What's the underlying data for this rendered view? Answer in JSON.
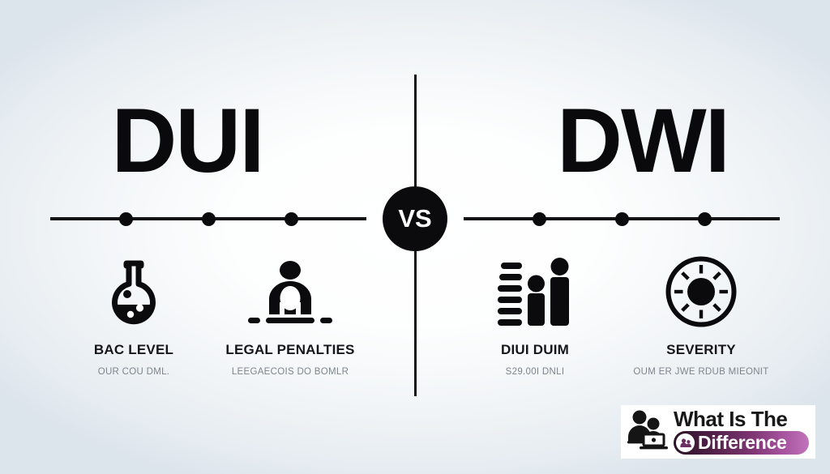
{
  "graphic": {
    "type": "comparison-infographic",
    "background_colors": {
      "edge": "#dbe4ea",
      "center": "#ffffff",
      "ink": "#0b0b0d",
      "muted_text": "#7d858c"
    },
    "left_title": "DUI",
    "right_title": "DWI",
    "center_badge": "VS",
    "divider": "vertical-line",
    "timeline": {
      "left_nodes": 3,
      "right_nodes": 3,
      "node_positions_pct": [
        24,
        50,
        76
      ]
    },
    "items": [
      {
        "side": "left",
        "icon": "flask-icon",
        "label": "BAC LEVEL",
        "sub": "OUR COU DML."
      },
      {
        "side": "left",
        "icon": "judge-person-icon",
        "label": "LEGAL PENALTIES",
        "sub": "LEEGAECOIS DO BOMLR"
      },
      {
        "side": "right",
        "icon": "bar-chart-icon",
        "label": "DIUI DUIM",
        "sub": "S29.00I DNLI"
      },
      {
        "side": "right",
        "icon": "sun-severity-icon",
        "label": "SEVERITY",
        "sub": "OUM ER JWE RDUB MIEONIT"
      }
    ]
  },
  "watermark": {
    "icon": "two-people-laptop-icon",
    "line1": "What Is The",
    "line2": "Difference",
    "pill_badge_icon": "people-badge-icon",
    "pill_gradient_from": "#2a1226",
    "pill_gradient_to": "#c173bb"
  }
}
